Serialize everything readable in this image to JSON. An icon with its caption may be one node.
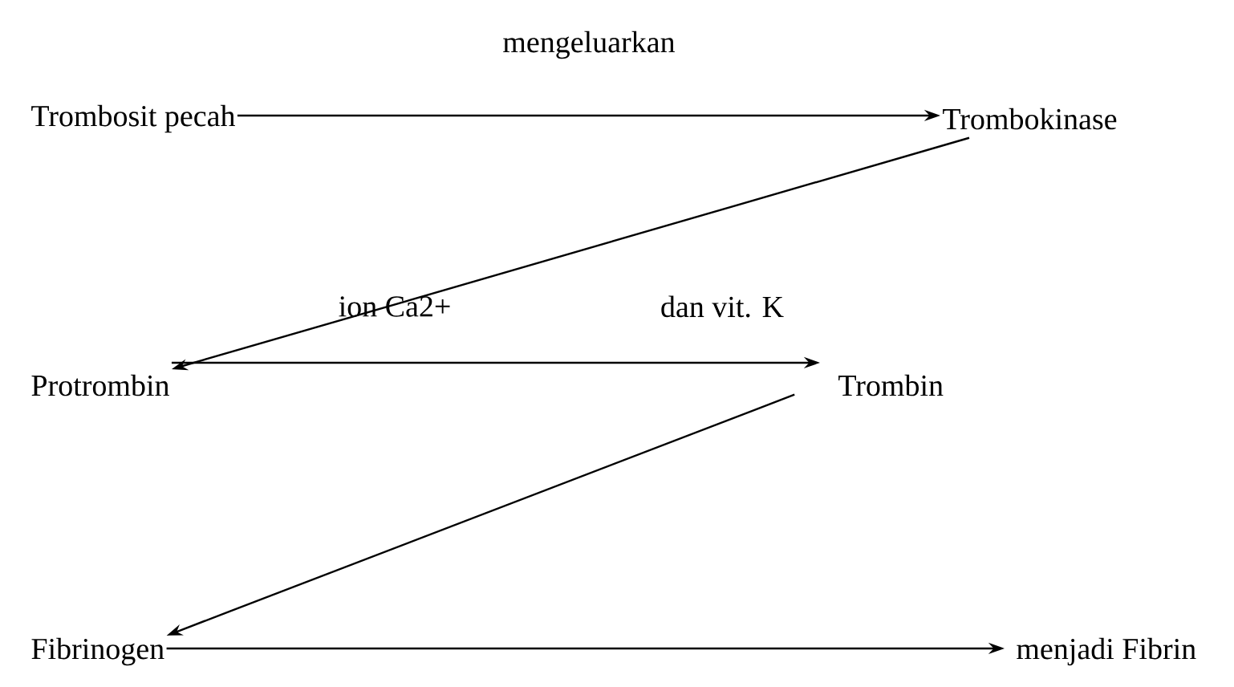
{
  "diagram": {
    "nodes": [
      {
        "text": [
          "Trombosit pecah"
        ]
      },
      {
        "text": [
          "Trombokinase"
        ]
      },
      {
        "text": [
          "Protrombin"
        ]
      },
      {
        "text": [
          "Trombin"
        ]
      },
      {
        "text": [
          "Fibrinogen"
        ]
      },
      {
        "text": [
          "menjadi Fibrin"
        ]
      }
    ],
    "edges": [
      {
        "from": 0,
        "to": 1,
        "arrow": "to",
        "label": "mengeluarkan"
      },
      {
        "from": 1,
        "to": 2,
        "arrow": "to"
      },
      {
        "from": 2,
        "to": 3,
        "arrow": "to"
      },
      {
        "from": 3,
        "to": 4,
        "arrow": "to"
      },
      {
        "from": 4,
        "to": 5,
        "arrow": "to"
      }
    ],
    "labels": [
      "ion Ca2+",
      "dan vit. K"
    ]
  }
}
